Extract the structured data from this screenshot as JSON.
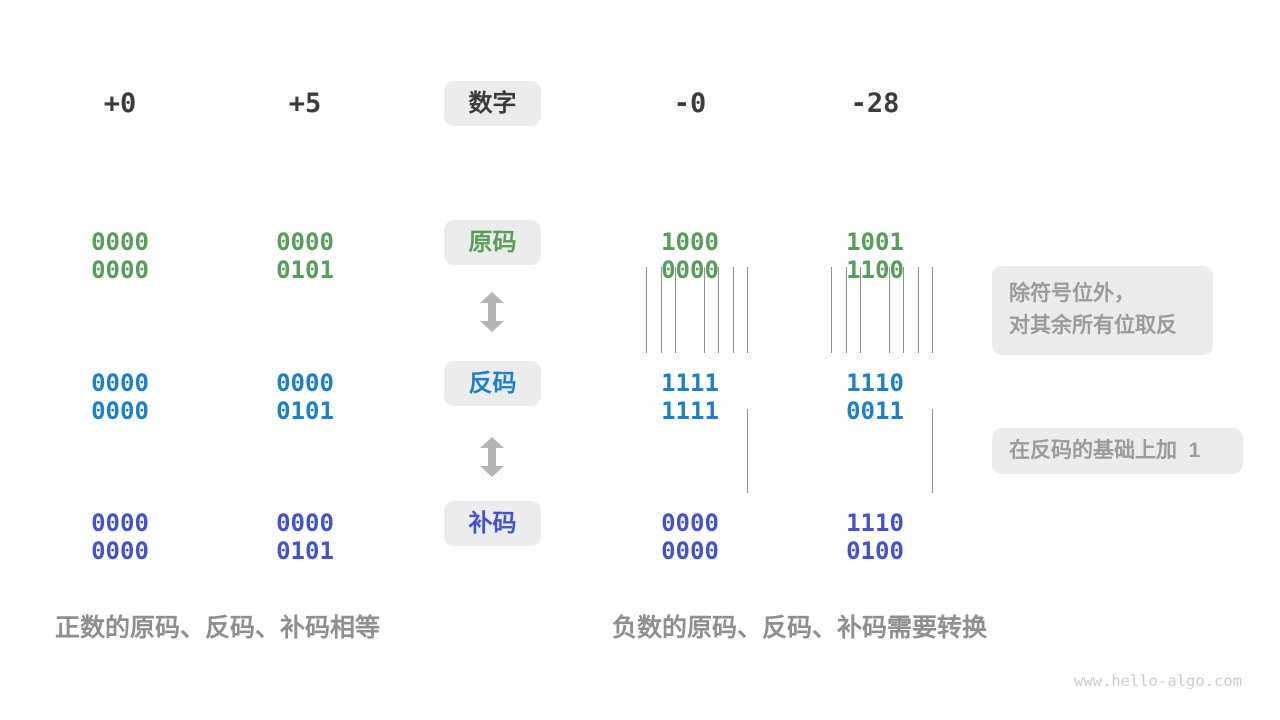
{
  "colors": {
    "dark": "#3b3b3b",
    "green": "#589d5c",
    "blue": "#1e80c7",
    "indigo": "#4553ca",
    "tagbg": "#ececec",
    "graytext": "#9b9b9b",
    "caption": "#8f8f8f",
    "tick": "#909090",
    "arrow": "#b4b4b4",
    "watermark": "#cccccc",
    "bg": "#ffffff"
  },
  "header": {
    "label": "数字",
    "values": [
      "+0",
      "+5",
      "-0",
      "-28"
    ]
  },
  "rows": [
    {
      "key": "sign-magnitude",
      "label": "原码",
      "color": "#589d5c",
      "values": [
        "0000 0000",
        "0000 0101",
        "1000 0000",
        "1001 1100"
      ]
    },
    {
      "key": "ones-complement",
      "label": "反码",
      "color": "#1e80c7",
      "values": [
        "0000 0000",
        "0000 0101",
        "1111 1111",
        "1110 0011"
      ]
    },
    {
      "key": "twos-complement",
      "label": "补码",
      "color": "#4553ca",
      "values": [
        "0000 0000",
        "0000 0101",
        "0000 0000",
        "1110 0100"
      ]
    }
  ],
  "annotations": {
    "flip_line1": "除符号位外，",
    "flip_line2": "对其余所有位取反",
    "add_one": "在反码的基础上加  1"
  },
  "captions": {
    "positive": "正数的原码、反码、补码相等",
    "negative": "负数的原码、反码、补码需要转换"
  },
  "watermark": "www.hello-algo.com"
}
